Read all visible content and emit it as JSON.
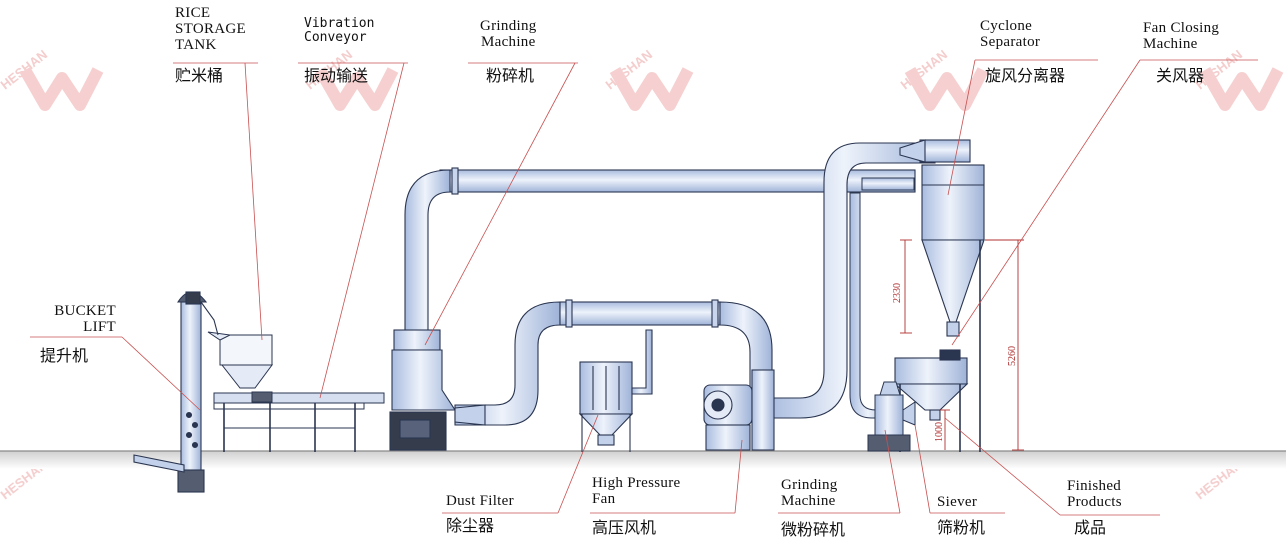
{
  "watermark": {
    "brand": "HESHAN"
  },
  "colors": {
    "pipe": "#d3dff2",
    "pipe_edge": "#2a3550",
    "leader": "#c85050",
    "ground": "#d9d9d9"
  },
  "labels": {
    "rice_storage_tank": {
      "en": "RICE\nSTORAGE\nTANK",
      "zh": "贮米桶"
    },
    "vibration_conveyor": {
      "en": "Vibration\nConveyor",
      "zh": "振动输送"
    },
    "grinding_machine_top": {
      "en": "Grinding\nMachine",
      "zh": "粉碎机"
    },
    "cyclone_separator": {
      "en": "Cyclone\nSeparator",
      "zh": "旋风分离器"
    },
    "fan_closing_machine": {
      "en": "Fan Closing\nMachine",
      "zh": "关风器"
    },
    "bucket_lift": {
      "en": "BUCKET\nLIFT",
      "zh": "提升机"
    },
    "dust_filter": {
      "en": "Dust Filter",
      "zh": "除尘器"
    },
    "high_pressure_fan": {
      "en": "High Pressure\nFan",
      "zh": "高压风机"
    },
    "grinding_machine_bottom": {
      "en": "Grinding\nMachine",
      "zh": "微粉碎机"
    },
    "siever": {
      "en": "Siever",
      "zh": "筛粉机"
    },
    "finished_products": {
      "en": "Finished\nProducts",
      "zh": "成品"
    }
  },
  "dimensions": {
    "cone_height": "2330",
    "total_height": "5260",
    "siever_height": "1000"
  }
}
